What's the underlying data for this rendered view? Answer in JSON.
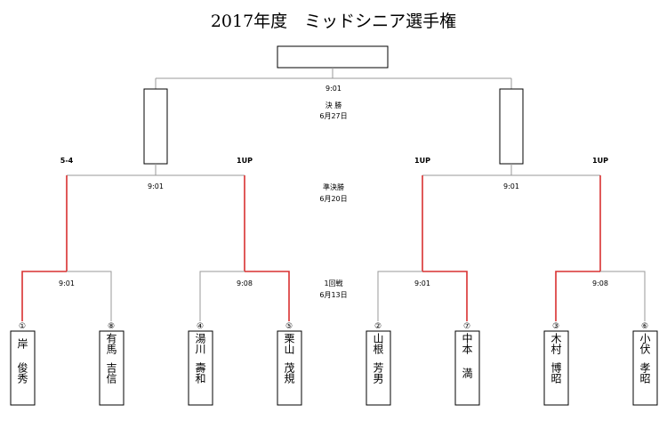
{
  "title": "2017年度　ミッドシニア選手権",
  "colors": {
    "winner_line": "#d93030",
    "line": "#999999"
  },
  "rounds": {
    "final": {
      "time": "9:01",
      "name": "決 勝",
      "date": "6月27日"
    },
    "semi": {
      "name": "準決勝",
      "date": "6月20日"
    },
    "first": {
      "name": "1回戦",
      "date": "6月13日"
    }
  },
  "semi_times": [
    "9:01",
    "9:01"
  ],
  "first_times": [
    "9:01",
    "9:08",
    "9:01",
    "9:08"
  ],
  "scores": [
    "5-4",
    "1UP",
    "1UP",
    "1UP"
  ],
  "players": [
    {
      "seed": "①",
      "name1": "岸",
      "name2": "俊秀"
    },
    {
      "seed": "⑧",
      "name1": "有馬",
      "name2": "吉信"
    },
    {
      "seed": "④",
      "name1": "湯川",
      "name2": "壽和"
    },
    {
      "seed": "⑤",
      "name1": "栗山",
      "name2": "茂規"
    },
    {
      "seed": "②",
      "name1": "山根",
      "name2": "芳男"
    },
    {
      "seed": "⑦",
      "name1": "中本",
      "name2": "満"
    },
    {
      "seed": "③",
      "name1": "木村",
      "name2": "博昭"
    },
    {
      "seed": "⑥",
      "name1": "小伏",
      "name2": "孝昭"
    }
  ]
}
